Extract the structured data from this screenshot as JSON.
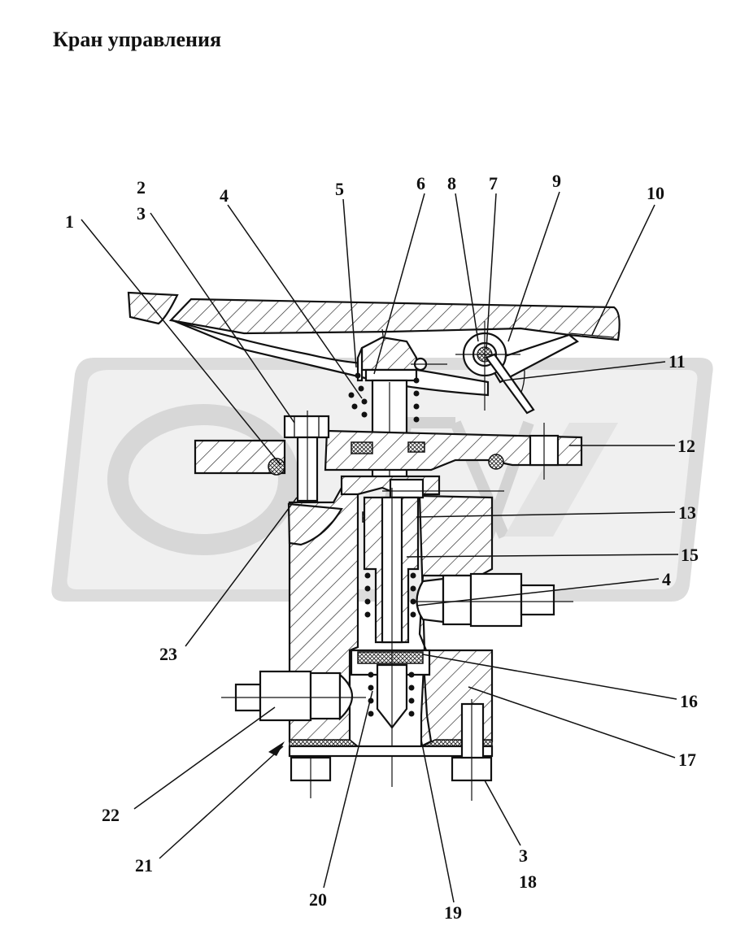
{
  "title": "Кран управления",
  "callouts": [
    {
      "id": "1",
      "text": "1"
    },
    {
      "id": "2",
      "text": "2"
    },
    {
      "id": "3a",
      "text": "3"
    },
    {
      "id": "4a",
      "text": "4"
    },
    {
      "id": "5",
      "text": "5"
    },
    {
      "id": "6",
      "text": "6"
    },
    {
      "id": "8",
      "text": "8"
    },
    {
      "id": "7",
      "text": "7"
    },
    {
      "id": "9",
      "text": "9"
    },
    {
      "id": "10",
      "text": "10"
    },
    {
      "id": "11",
      "text": "11"
    },
    {
      "id": "12",
      "text": "12"
    },
    {
      "id": "13",
      "text": "13"
    },
    {
      "id": "15",
      "text": "15"
    },
    {
      "id": "4b",
      "text": "4"
    },
    {
      "id": "23",
      "text": "23"
    },
    {
      "id": "16",
      "text": "16"
    },
    {
      "id": "17",
      "text": "17"
    },
    {
      "id": "22",
      "text": "22"
    },
    {
      "id": "21",
      "text": "21"
    },
    {
      "id": "20",
      "text": "20"
    },
    {
      "id": "19",
      "text": "19"
    },
    {
      "id": "3b",
      "text": "3"
    },
    {
      "id": "18",
      "text": "18"
    }
  ]
}
